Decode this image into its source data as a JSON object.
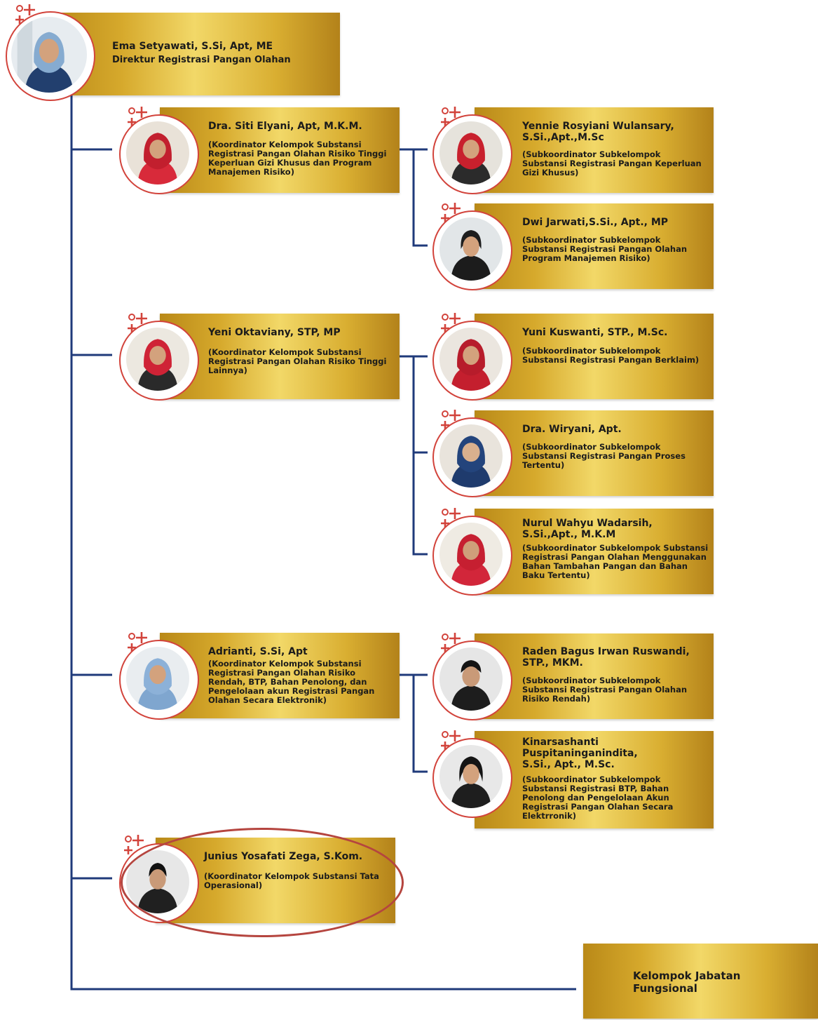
{
  "colors": {
    "connector": "#1f3a7a",
    "card_gold": "#e0b841",
    "ring_red": "#d2433b",
    "highlight": "#b5453f"
  },
  "director": {
    "name": "Ema Setyawati, S.Si, Apt, ME",
    "role": "Direktur Registrasi Pangan Olahan"
  },
  "coordinators": [
    {
      "name": "Dra. Siti Elyani, Apt, M.K.M.",
      "role": "(Koordinator Kelompok Substansi Registrasi Pangan Olahan Risiko Tinggi Keperluan Gizi Khusus dan Program Manajemen Risiko)",
      "subcoordinators": [
        {
          "name": "Yennie Rosyiani Wulansary, S.Si.,Apt.,M.Sc",
          "role": "(Subkoordinator Subkelompok Substansi Registrasi Pangan Keperluan Gizi Khusus)"
        },
        {
          "name": "Dwi Jarwati,S.Si., Apt., MP",
          "role": "(Subkoordinator Subkelompok Substansi Registrasi Pangan Olahan Program Manajemen Risiko)"
        }
      ]
    },
    {
      "name": "Yeni Oktaviany, STP, MP",
      "role": "(Koordinator Kelompok Substansi Registrasi Pangan Olahan Risiko Tinggi Lainnya)",
      "subcoordinators": [
        {
          "name": "Yuni Kuswanti, STP., M.Sc.",
          "role": "(Subkoordinator Subkelompok Substansi Registrasi Pangan Berklaim)"
        },
        {
          "name": "Dra. Wiryani, Apt.",
          "role": "(Subkoordinator Subkelompok Substansi Registrasi Pangan Proses Tertentu)"
        },
        {
          "name": "Nurul Wahyu Wadarsih, S.Si.,Apt., M.K.M",
          "role": "(Subkoordinator Subkelompok Substansi Registrasi Pangan Olahan Menggunakan Bahan Tambahan Pangan dan Bahan Baku Tertentu)"
        }
      ]
    },
    {
      "name": "Adrianti, S.Si, Apt",
      "role": "(Koordinator Kelompok Substansi Registrasi  Pangan Olahan Risiko Rendah, BTP, Bahan Penolong, dan Pengelolaan akun Registrasi Pangan Olahan Secara Elektronik)",
      "subcoordinators": [
        {
          "name": "Raden Bagus Irwan Ruswandi, STP., MKM.",
          "role": "(Subkoordinator Subkelompok Substansi Registrasi Pangan Olahan Risiko Rendah)"
        },
        {
          "name": "Kinarsashanti Puspitaninganindita, S.Si., Apt., M.Sc.",
          "role": "(Subkoordinator Subkelompok Substansi Registrasi BTP, Bahan Penolong dan Pengelolaan Akun Registrasi Pangan Olahan Secara Elektrronik)"
        }
      ]
    },
    {
      "name": "Junius Yosafati Zega, S.Kom.",
      "role": "(Koordinator Kelompok Substansi Tata Operasional)",
      "subcoordinators": []
    }
  ],
  "functional_group": {
    "label": "Kelompok Jabatan Fungsional"
  }
}
